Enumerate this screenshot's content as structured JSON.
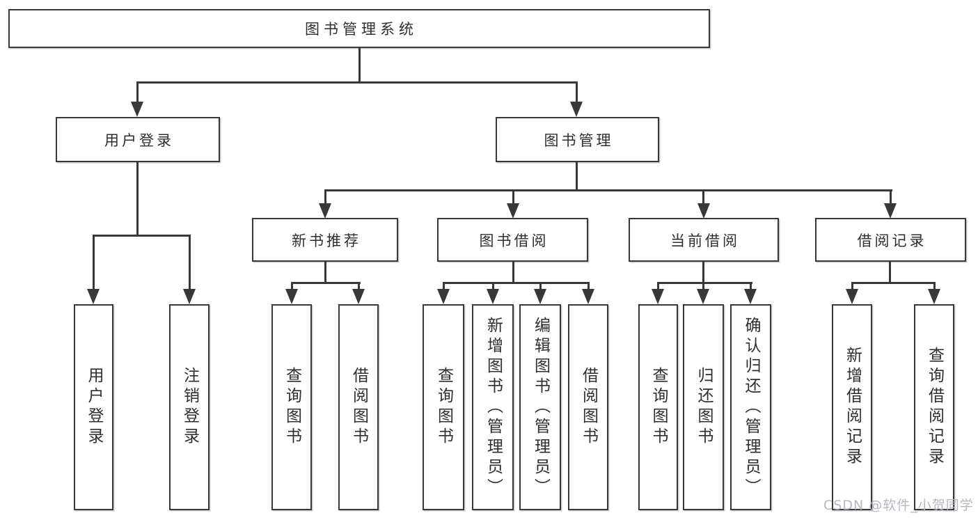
{
  "root": {
    "label": "图书管理系统"
  },
  "branches": {
    "user_login": {
      "label": "用户登录",
      "children": [
        {
          "label": "用户登录"
        },
        {
          "label": "注销登录"
        }
      ]
    },
    "book_mgmt": {
      "label": "图书管理",
      "sections": [
        {
          "label": "新书推荐",
          "children": [
            {
              "label": "查询图书"
            },
            {
              "label": "借阅图书"
            }
          ]
        },
        {
          "label": "图书借阅",
          "children": [
            {
              "label": "查询图书"
            },
            {
              "label": "新增图书（管理员）"
            },
            {
              "label": "编辑图书（管理员）"
            },
            {
              "label": "借阅图书"
            }
          ]
        },
        {
          "label": "当前借阅",
          "children": [
            {
              "label": "查询图书"
            },
            {
              "label": "归还图书"
            },
            {
              "label": "确认归还（管理员）"
            }
          ]
        },
        {
          "label": "借阅记录",
          "children": [
            {
              "label": "新增借阅记录"
            },
            {
              "label": "查询借阅记录"
            }
          ]
        }
      ]
    }
  },
  "watermark": {
    "text": "CSDN @软件_小贺同学"
  },
  "colors": {
    "line": "#383838",
    "border": "#383838",
    "text": "#2e2e2e",
    "watermark": "#b4b8bf",
    "background": "#ffffff"
  }
}
